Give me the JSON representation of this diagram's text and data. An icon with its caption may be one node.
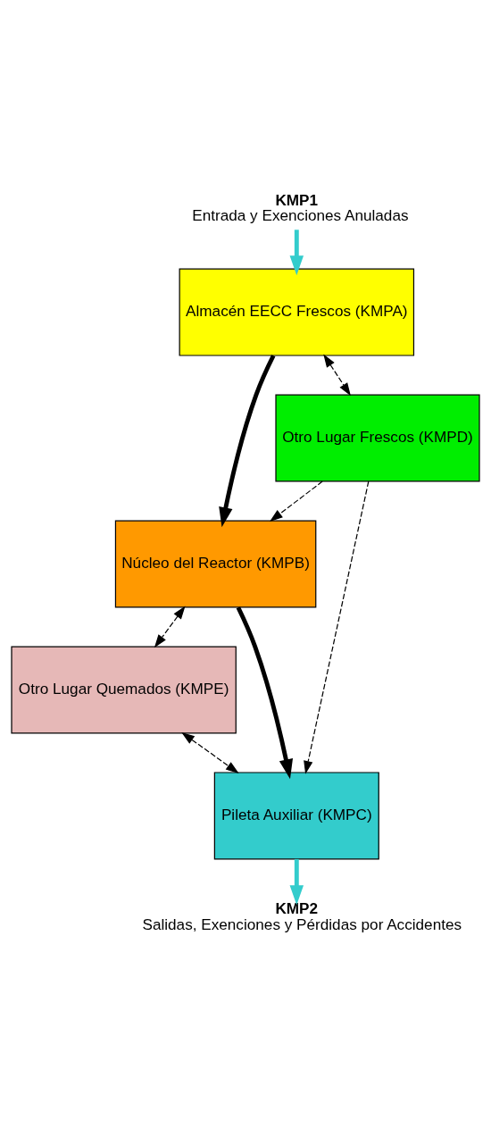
{
  "diagram": {
    "nodes": [
      {
        "text": [
          "KMP1",
          "Entrada y Exenciones Anuladas"
        ]
      },
      {
        "text": [
          "Almacén EECC Frescos (KMPA)"
        ]
      },
      {
        "text": [
          "Otro Lugar Frescos (KMPD)"
        ]
      },
      {
        "text": [
          "Núcleo del Reactor (KMPB)"
        ]
      },
      {
        "text": [
          "Otro Lugar Quemados (KMPE)"
        ]
      },
      {
        "text": [
          "Pileta Auxiliar (KMPC)"
        ]
      },
      {
        "text": [
          "KMP2",
          "Salidas, Exenciones y Pérdidas por Accidentes"
        ]
      }
    ],
    "edges": [
      {
        "from": 0,
        "to": 1,
        "arrow": "to",
        "style": "thick",
        "color": "#33cccc"
      },
      {
        "from": 1,
        "to": 2,
        "arrow": "both",
        "style": "dashed"
      },
      {
        "from": 1,
        "to": 3,
        "arrow": "to",
        "style": "thick"
      },
      {
        "from": 2,
        "to": 3,
        "arrow": "to",
        "style": "dashed"
      },
      {
        "from": 2,
        "to": 5,
        "arrow": "to",
        "style": "dashed"
      },
      {
        "from": 3,
        "to": 4,
        "arrow": "both",
        "style": "dashed"
      },
      {
        "from": 3,
        "to": 5,
        "arrow": "to",
        "style": "thick"
      },
      {
        "from": 4,
        "to": 5,
        "arrow": "both",
        "style": "dashed"
      },
      {
        "from": 5,
        "to": 6,
        "arrow": "to",
        "style": "thick",
        "color": "#33cccc"
      }
    ]
  }
}
